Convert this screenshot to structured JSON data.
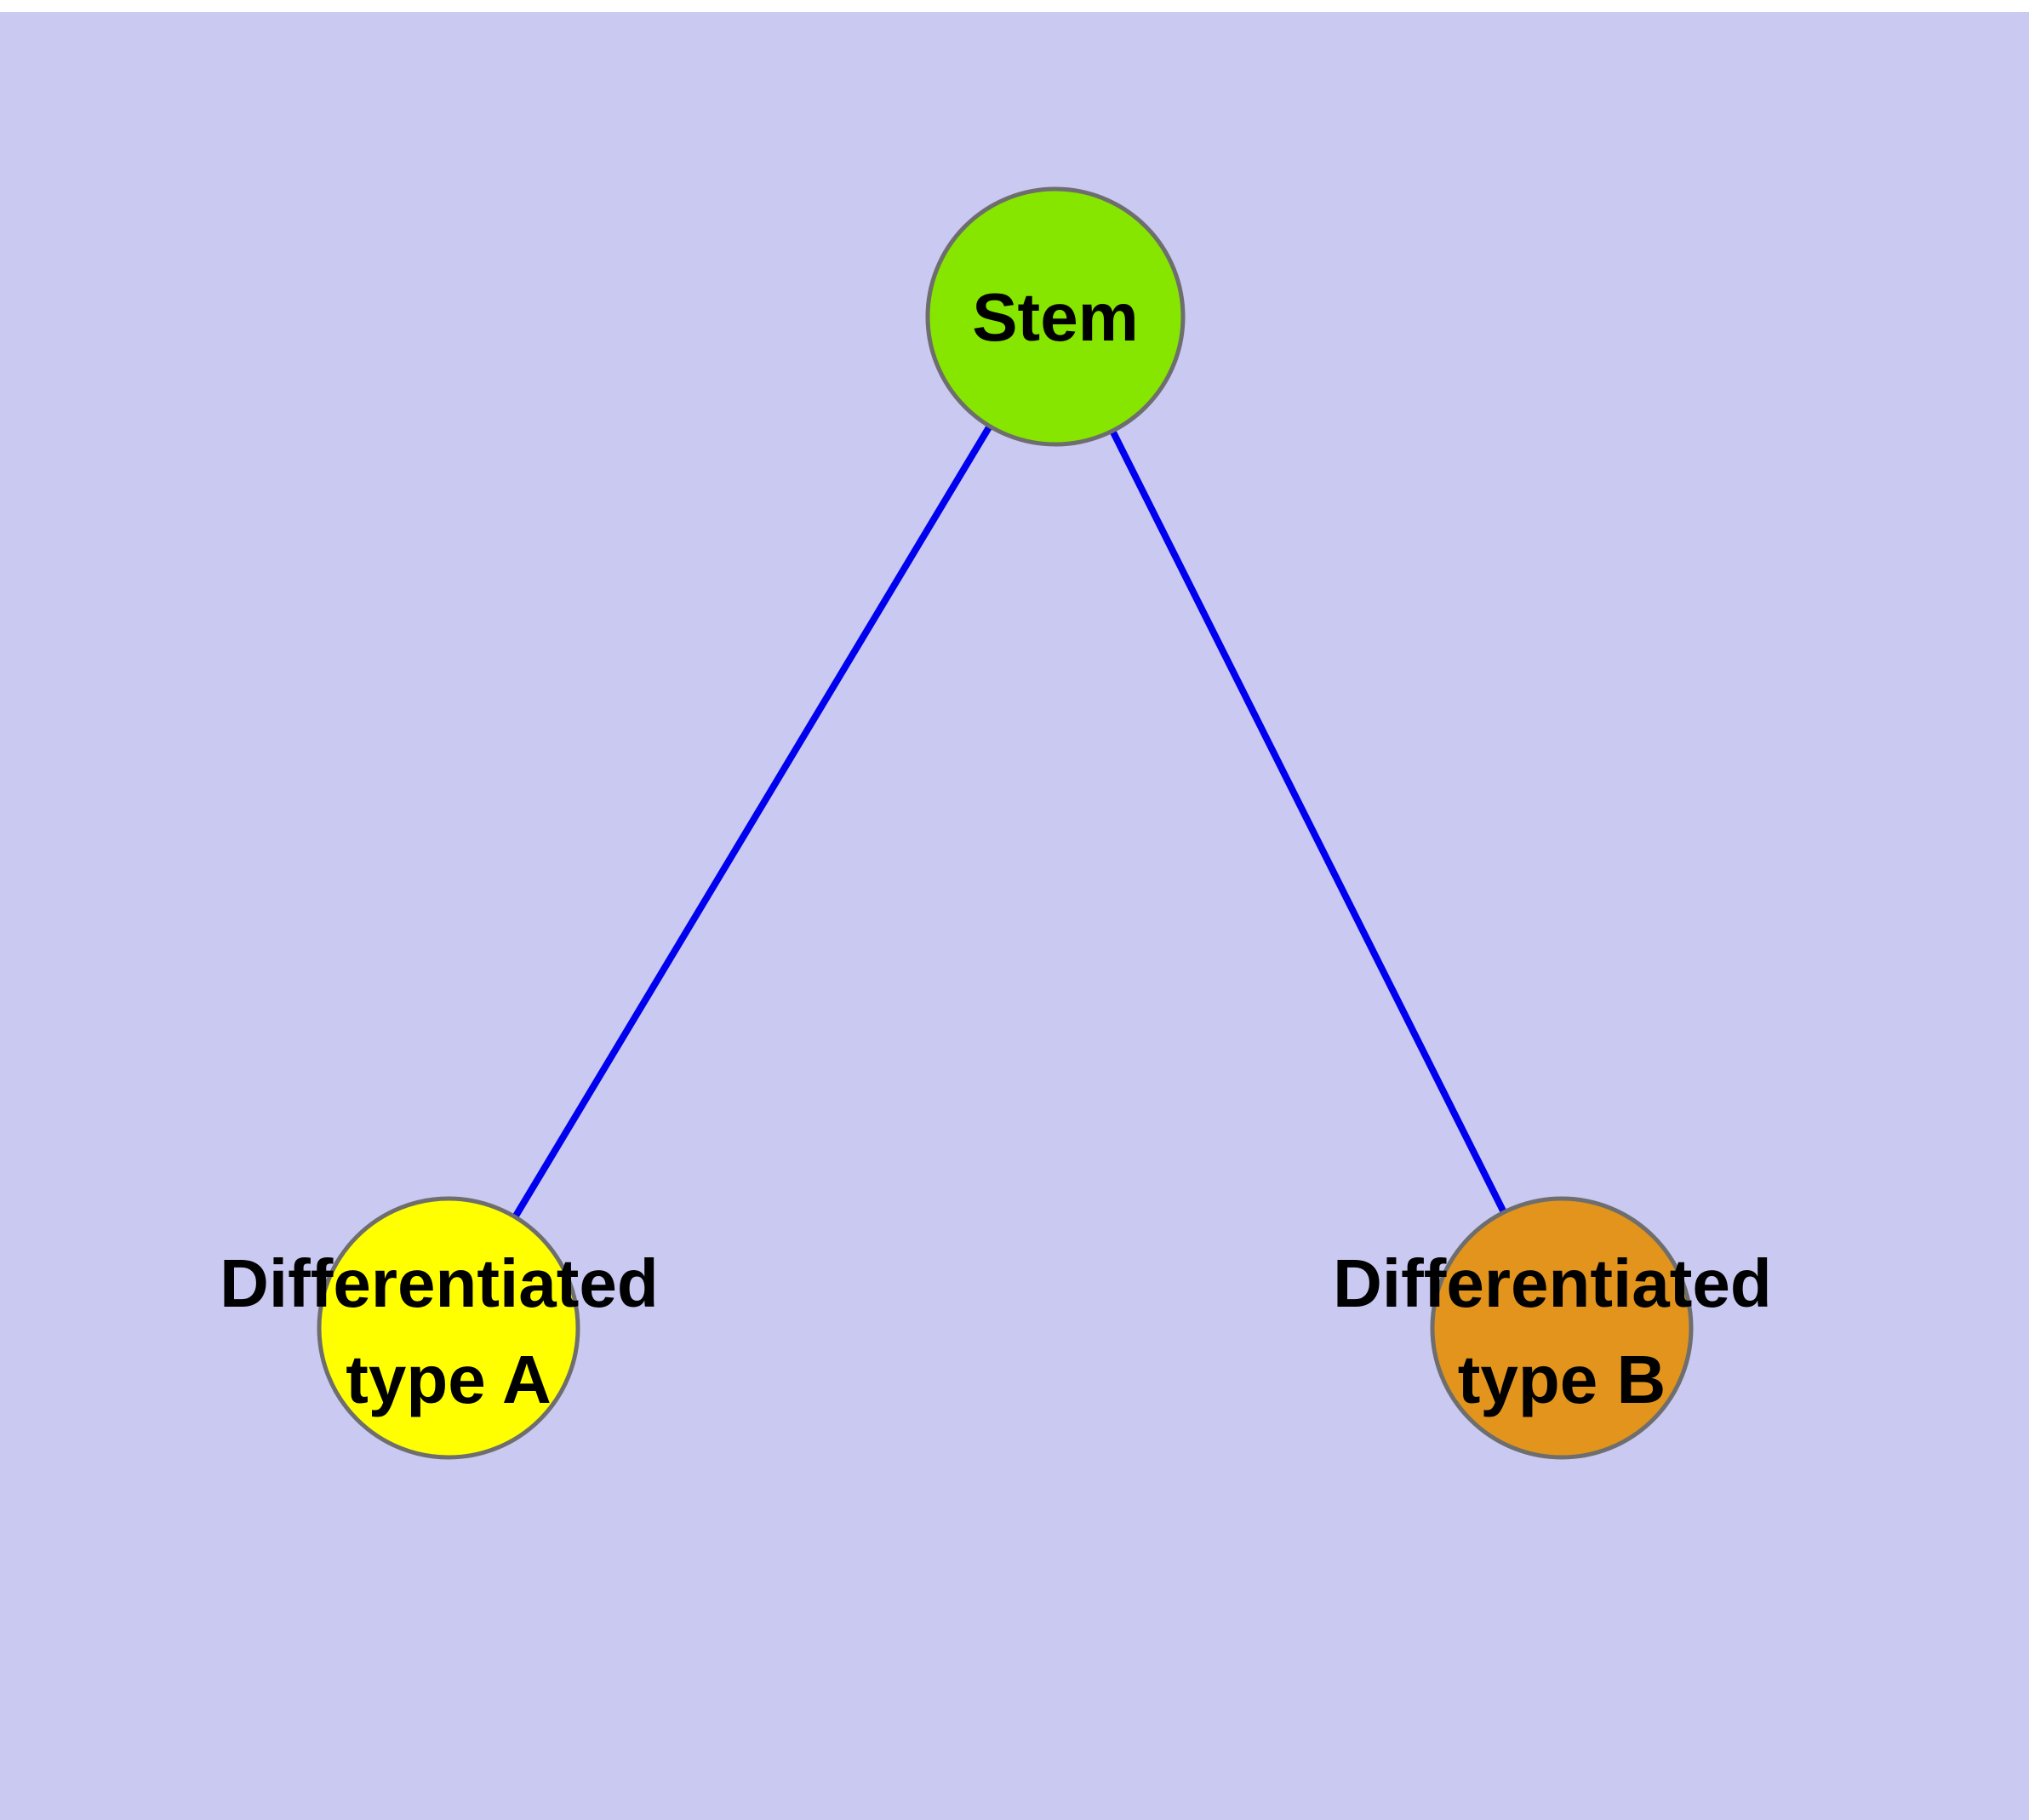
{
  "diagram": {
    "type": "graph",
    "background_color": "#c9c9f1",
    "edge_color": "#0000ee",
    "node_border_color": "#6e6e6e",
    "label_color": "#000000",
    "nodes": [
      {
        "id": "stem",
        "label": "Stem",
        "label_lines": [
          "Stem"
        ],
        "color": "#86e600"
      },
      {
        "id": "differentiated-type-a",
        "label": "Differentiated type A",
        "label_lines": [
          "Differentiated",
          "type A"
        ],
        "color": "#ffff00"
      },
      {
        "id": "differentiated-type-b",
        "label": "Differentiated type B",
        "label_lines": [
          "Differentiated",
          "type B"
        ],
        "color": "#e2941d"
      }
    ],
    "edges": [
      {
        "from": "Stem",
        "to": "Differentiated type A"
      },
      {
        "from": "Stem",
        "to": "Differentiated type B"
      }
    ]
  }
}
